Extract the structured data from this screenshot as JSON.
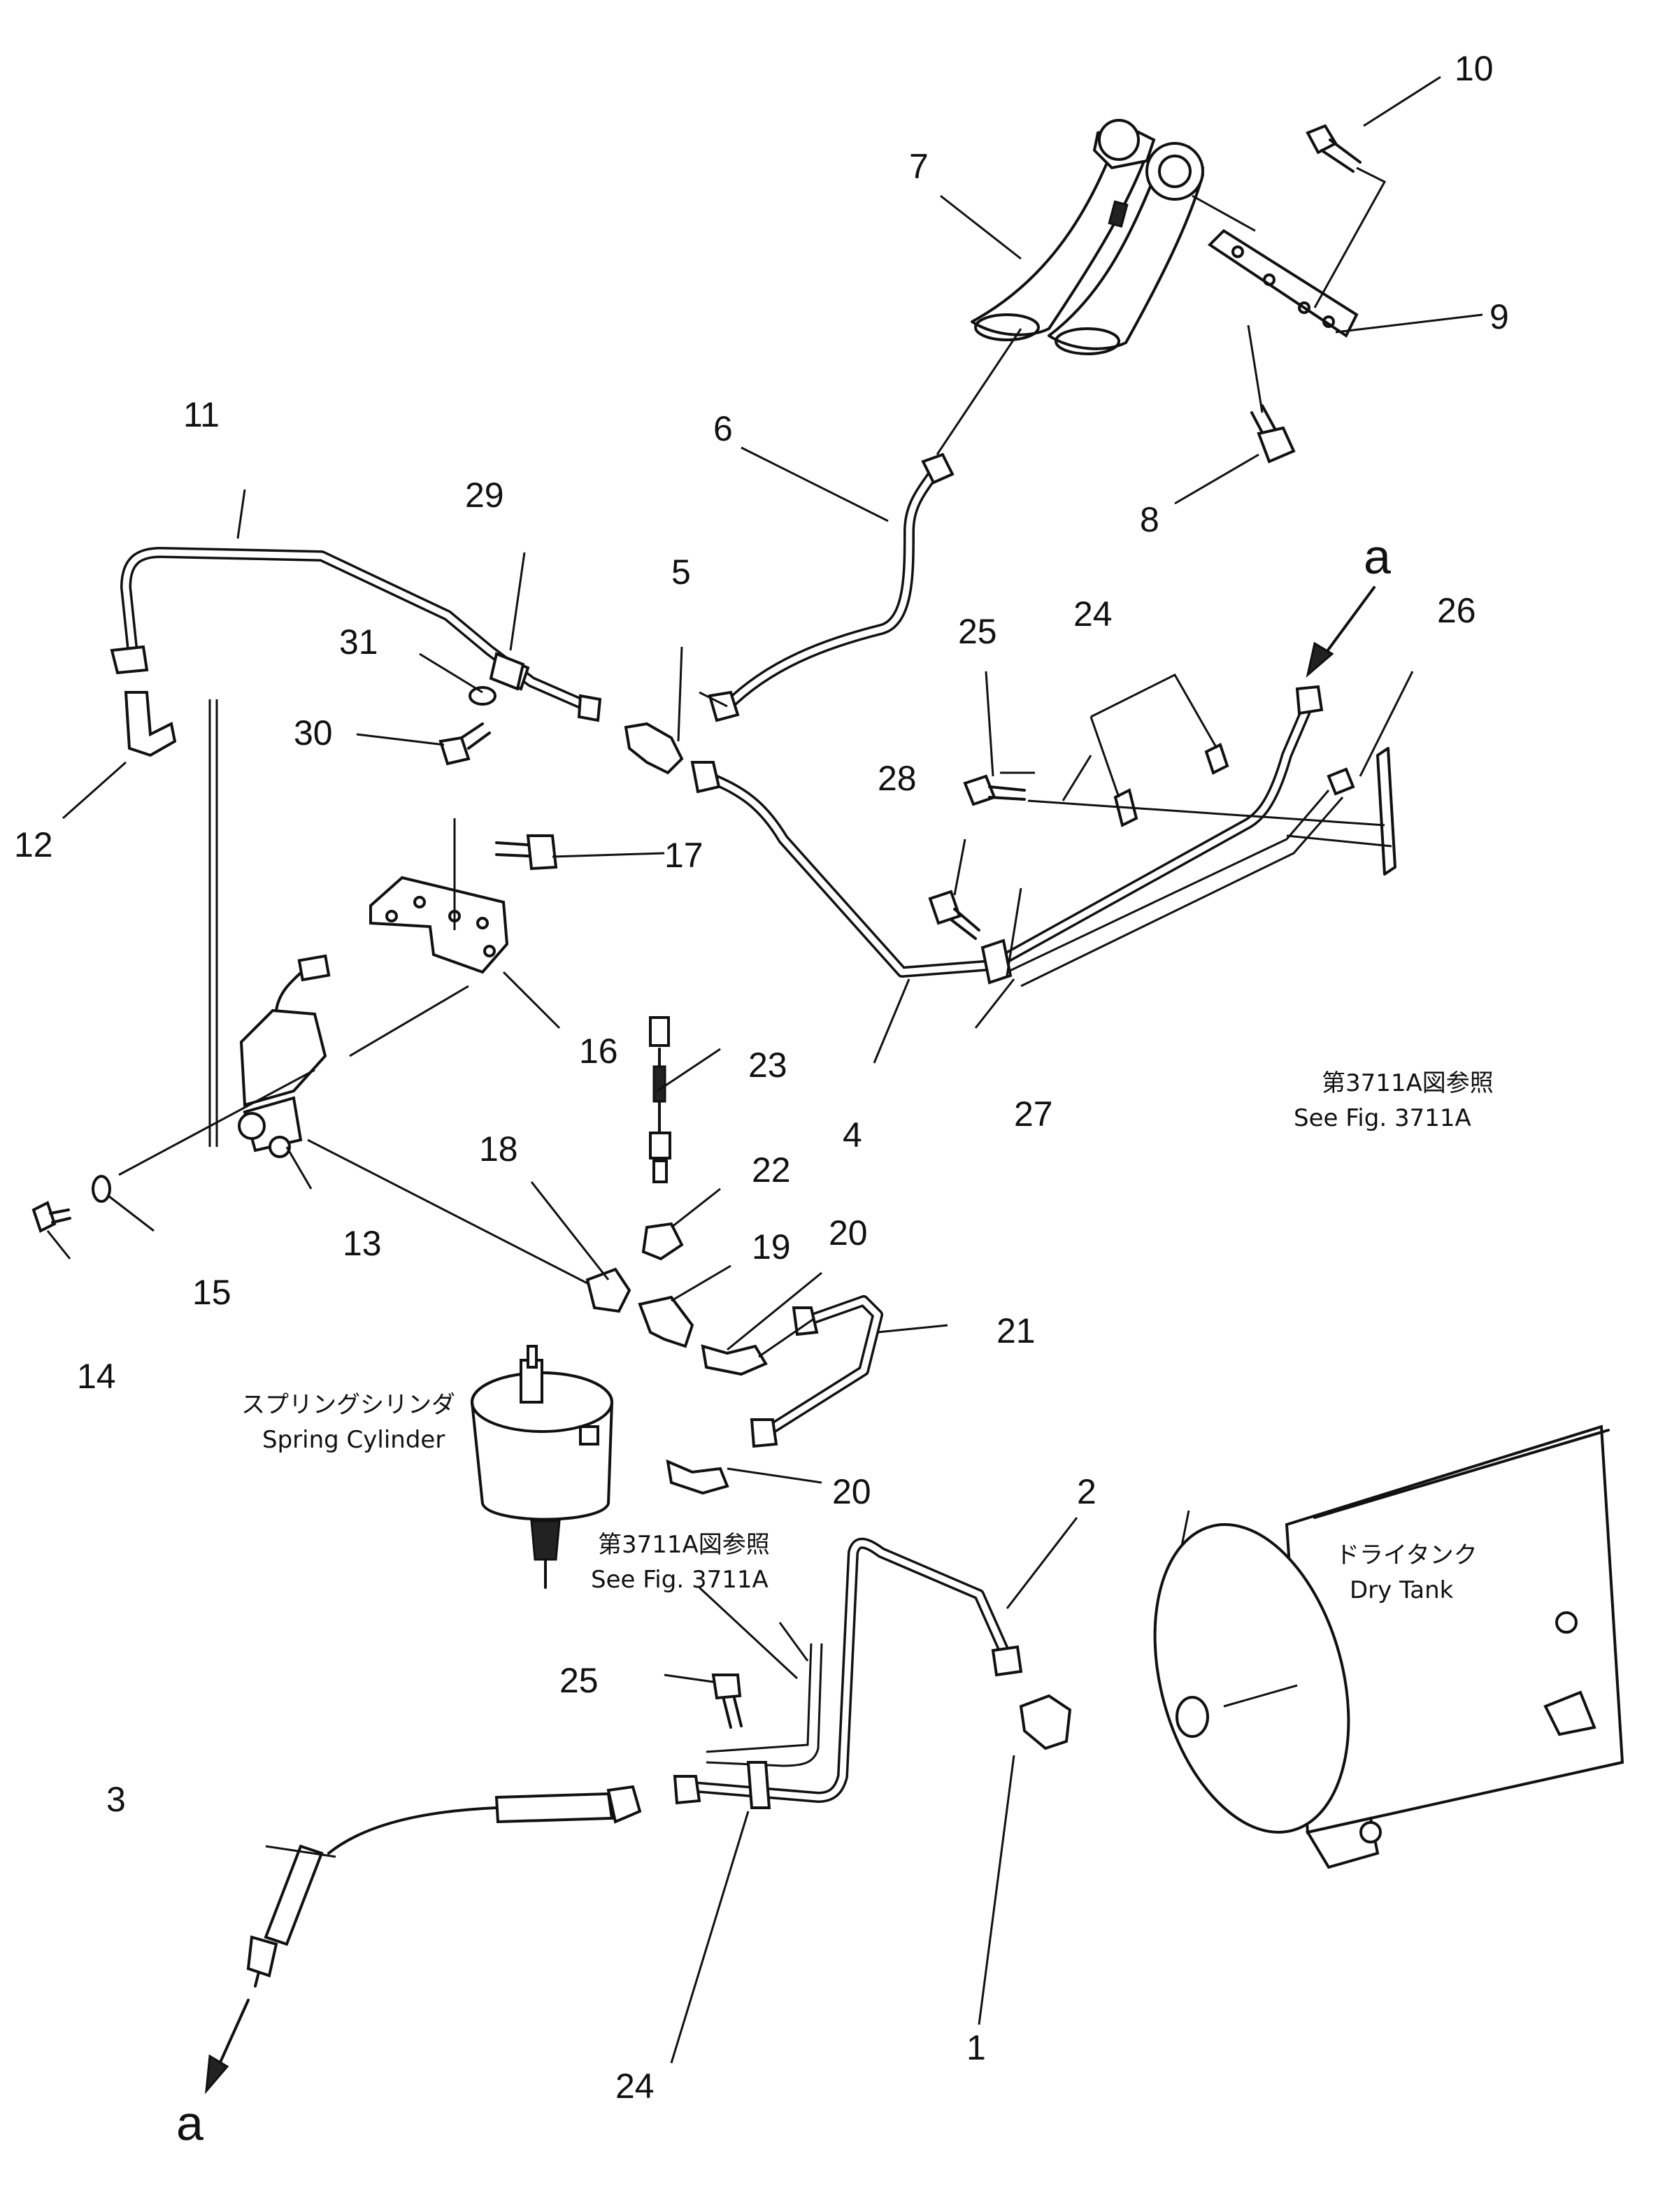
{
  "callouts": {
    "n1": "1",
    "n2": "2",
    "n3": "3",
    "n4": "4",
    "n5": "5",
    "n6": "6",
    "n7": "7",
    "n8": "8",
    "n9": "9",
    "n10": "10",
    "n11": "11",
    "n12": "12",
    "n13": "13",
    "n14": "14",
    "n15": "15",
    "n16": "16",
    "n17": "17",
    "n18": "18",
    "n19": "19",
    "n20a": "20",
    "n20b": "20",
    "n21": "21",
    "n22": "22",
    "n23": "23",
    "n24a": "24",
    "n24b": "24",
    "n25a": "25",
    "n25b": "25",
    "n26": "26",
    "n27": "27",
    "n28": "28",
    "n29": "29",
    "n30": "30",
    "n31": "31"
  },
  "connection_marks": {
    "top": "a",
    "bottom": "a"
  },
  "notes": {
    "see_fig_upper_jp": "第3711A図参照",
    "see_fig_upper_en": "See Fig. 3711A",
    "see_fig_lower_jp": "第3711A図参照",
    "see_fig_lower_en": "See Fig. 3711A",
    "spring_cylinder_jp": "スプリングシリンダ",
    "spring_cylinder_en": "Spring Cylinder",
    "dry_tank_jp": "ドライタンク",
    "dry_tank_en": "Dry Tank"
  }
}
